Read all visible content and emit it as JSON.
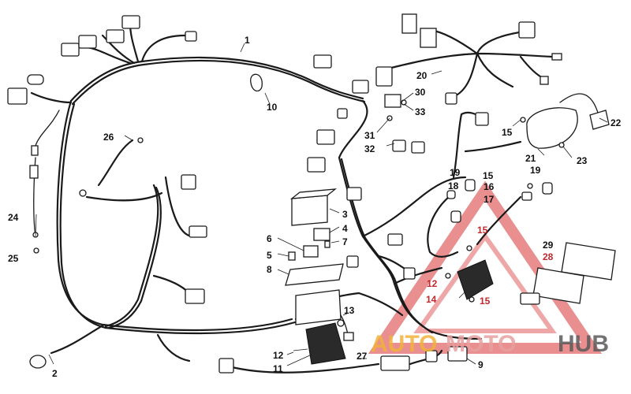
{
  "callouts": {
    "c1": "1",
    "c2": "2",
    "c3": "3",
    "c4": "4",
    "c5": "5",
    "c6": "6",
    "c7": "7",
    "c8": "8",
    "c9": "9",
    "c10": "10",
    "c11": "11",
    "c12a": "12",
    "c12b": "12",
    "c13": "13",
    "c14": "14",
    "c15a": "15",
    "c15b": "15",
    "c15c": "15",
    "c15d": "15",
    "c16": "16",
    "c17": "17",
    "c18": "18",
    "c19a": "19",
    "c19b": "19",
    "c20": "20",
    "c21": "21",
    "c22": "22",
    "c23": "23",
    "c24": "24",
    "c25": "25",
    "c26": "26",
    "c27": "27",
    "c28": "28",
    "c29": "29",
    "c30": "30",
    "c31": "31",
    "c32": "32",
    "c33": "33"
  },
  "watermark": {
    "word_a": "AUTO",
    "word_b": "MOTO",
    "word_c": "HUB",
    "color_a": "#f2b23a",
    "color_b": "#e8a0a0",
    "color_c": "#5a5a5a",
    "triangle_color": "#e26a6a",
    "icon": "warning-triangle-logo"
  },
  "colors": {
    "line": "#1a1a1a",
    "background": "#ffffff",
    "highlight_callout": "#c0282d"
  }
}
